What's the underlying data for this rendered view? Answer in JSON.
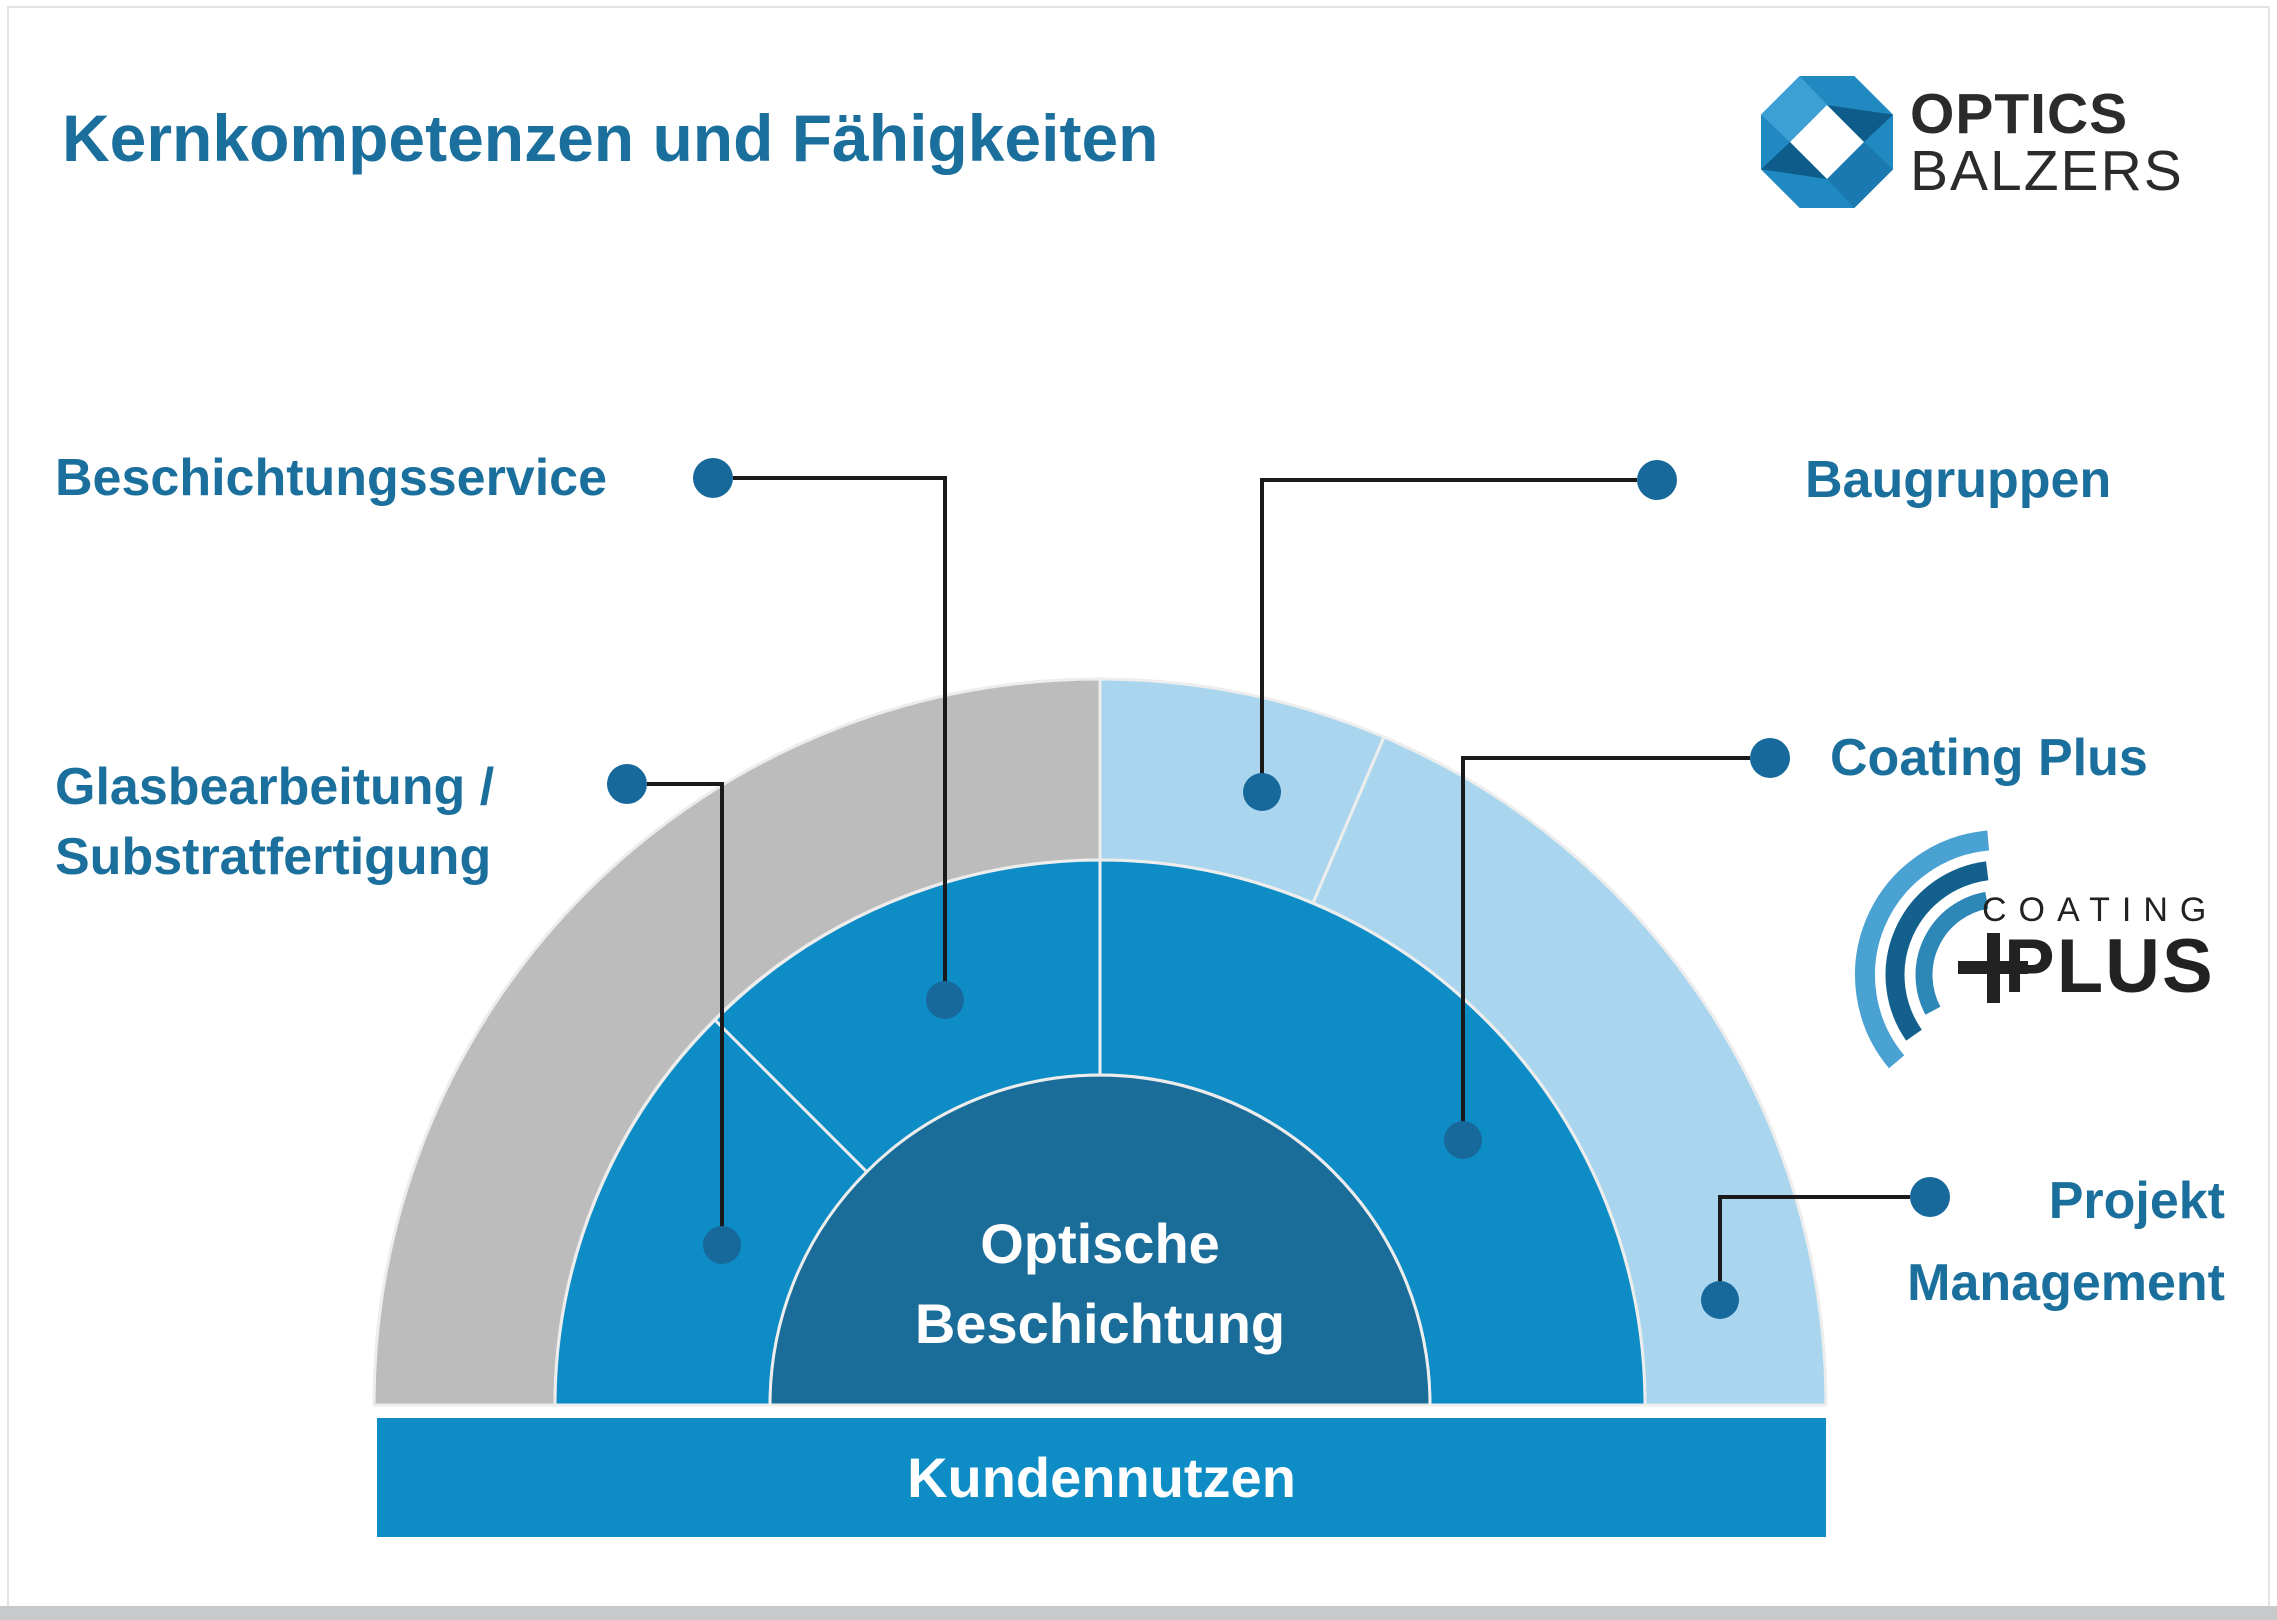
{
  "slide": {
    "title": "Kernkompetenzen und Fähigkeiten"
  },
  "company_logo": {
    "line1": "OPTICS",
    "line2": "BALZERS"
  },
  "diagram": {
    "center_label_line1": "Optische",
    "center_label_line2": "Beschichtung",
    "base_bar_label": "Kundennutzen",
    "callouts": {
      "beschichtungsservice": {
        "label": "Beschichtungsservice"
      },
      "glasbearbeitung": {
        "line1": "Glasbearbeitung /",
        "line2": "Substratfertigung"
      },
      "baugruppen": {
        "label": "Baugruppen"
      },
      "coating_plus": {
        "label": "Coating Plus"
      },
      "projekt_management": {
        "line1": "Projekt",
        "line2": "Management"
      }
    }
  },
  "coating_plus_logo": {
    "word_top": "COATING",
    "word_bottom": "PLUS"
  },
  "colors": {
    "title_text": "#1b6f9c",
    "label_text": "#1b6f9c",
    "ring_outer_gray": "#bcbcbc",
    "ring_outer_lightblue": "#a9d6ee",
    "ring_middle_blue": "#0d8cc6",
    "ring_inner_darkblue": "#1b6d99",
    "bottom_bar_blue": "#0d8cc6",
    "connector_dot": "#17689b",
    "connector_line": "#1a1a1a",
    "logo_octagon_base": "#2189c2",
    "logo_octagon_dark": "#0d5c8a",
    "logo_octagon_light": "#3da0d4",
    "logo_octagon_medium": "#1a79ae",
    "logo_text": "#2b2b2b",
    "coating_arc_outer": "#4aa2d3",
    "coating_arc_middle": "#14608d",
    "coating_arc_inner": "#2d88b8"
  }
}
